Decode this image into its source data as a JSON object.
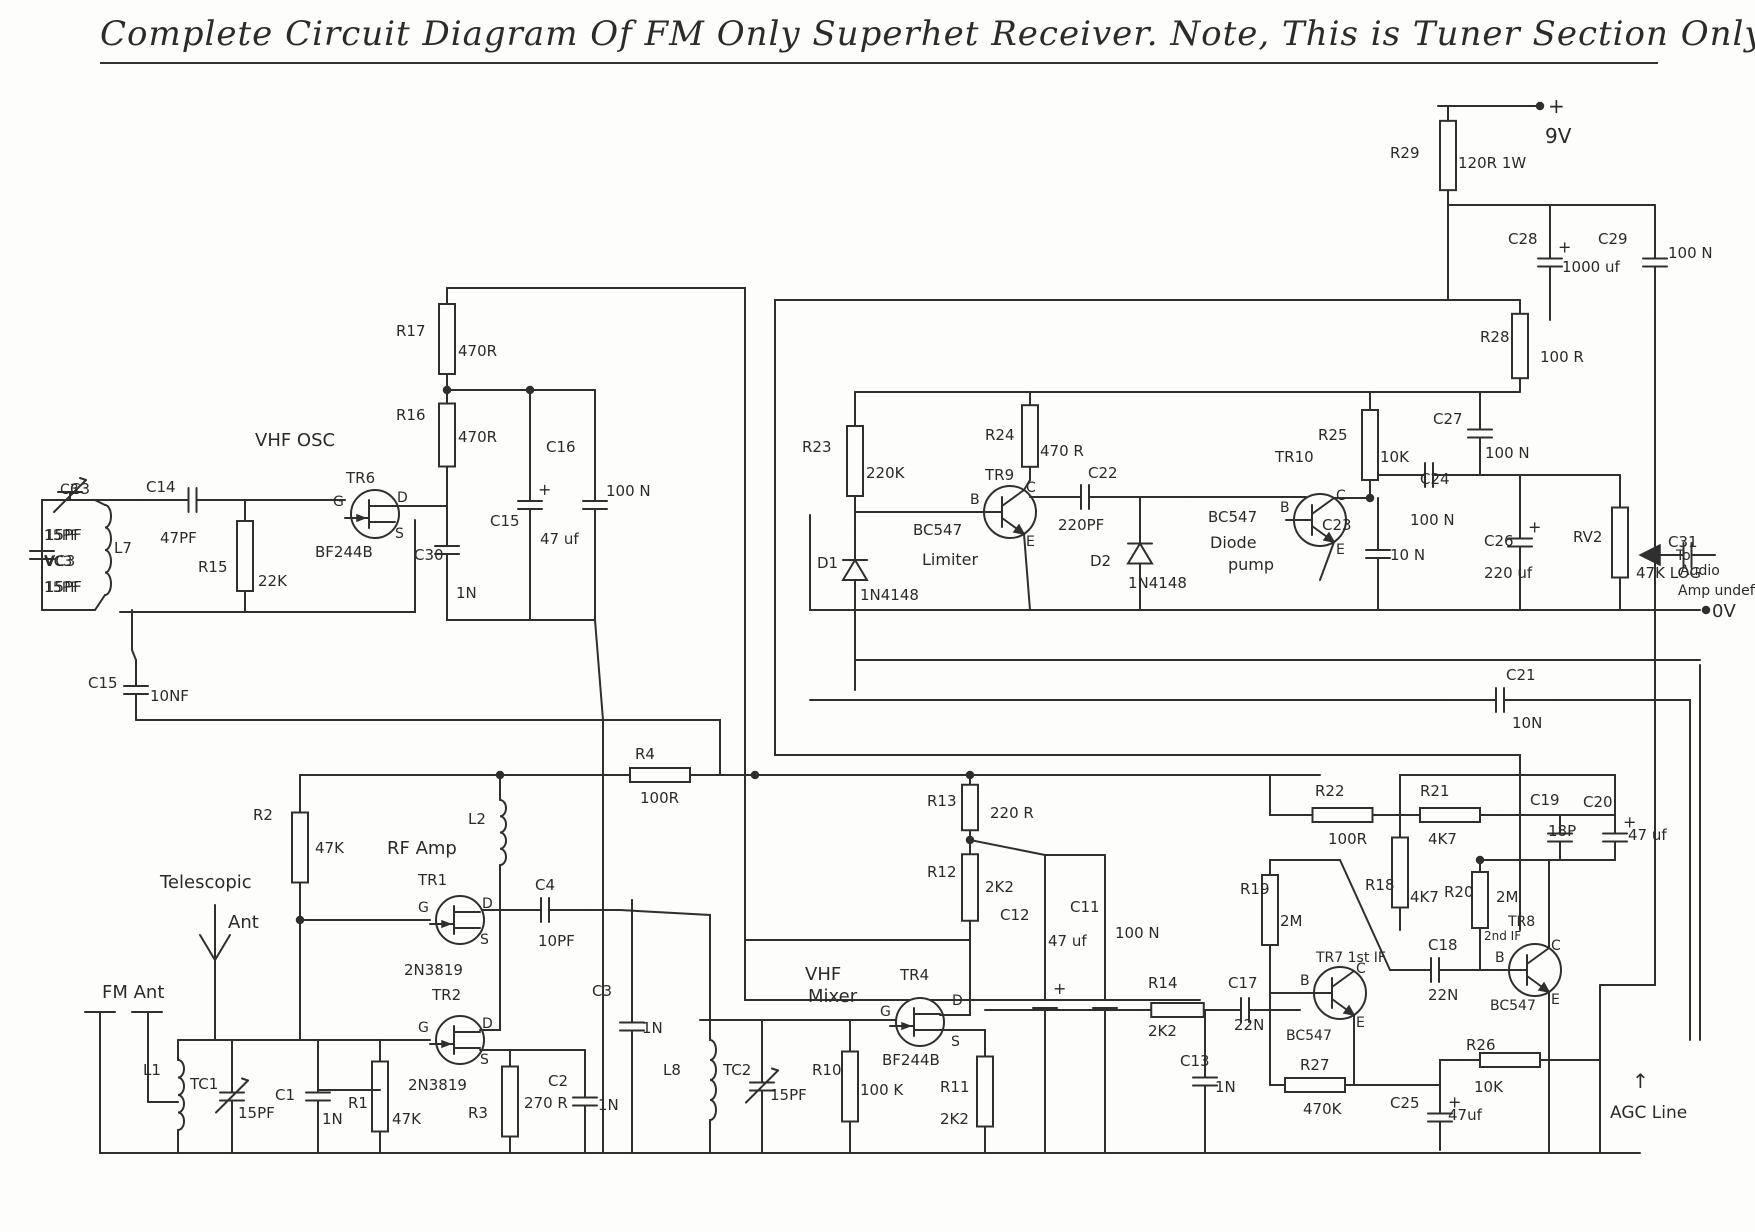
{
  "title": "Complete Circuit Diagram Of FM Only Superhet Receiver. Note, This is Tuner Section Only",
  "supply": {
    "plus": "+",
    "voltage": "9V",
    "zero": "0V"
  },
  "sections": {
    "vhf_osc": "VHF OSC",
    "rf_amp": "RF Amp",
    "vhf_mixer": "VHF Mixer",
    "fm_ant": "FM Ant",
    "telescopic_ant": "Telescopic Ant",
    "agc_line": "AGC Line",
    "audio_amp": "To Audio Amp",
    "limiter": "Limiter",
    "diode_pump": "Diode pump",
    "first_if": "1st IF",
    "second_if": "2nd IF"
  },
  "components": {
    "R29": {
      "ref": "R29",
      "value": "120R 1W"
    },
    "C28": {
      "ref": "C28",
      "value": "1000 uf"
    },
    "C29": {
      "ref": "C29",
      "value": "100 N"
    },
    "R28": {
      "ref": "R28",
      "value": "100 R"
    },
    "R17": {
      "ref": "R17",
      "value": "470R"
    },
    "R16": {
      "ref": "R16",
      "value": "470R"
    },
    "C16": {
      "ref": "C16",
      "value": "100 N"
    },
    "C15a": {
      "ref": "C15",
      "value": "47 uf"
    },
    "C30": {
      "ref": "C30",
      "value": "1N"
    },
    "C14": {
      "ref": "C14",
      "value": "47PF"
    },
    "C3v": {
      "ref": "C3",
      "value": "15PF"
    },
    "VC3": {
      "ref": "VC3",
      "value": "15PF"
    },
    "L7": {
      "ref": "L7",
      "value": ""
    },
    "R15": {
      "ref": "R15",
      "value": "22K"
    },
    "TR6": {
      "ref": "TR6",
      "value": "BF244B"
    },
    "C15b": {
      "ref": "C15",
      "value": "10NF"
    },
    "R23": {
      "ref": "R23",
      "value": "220K"
    },
    "R24": {
      "ref": "R24",
      "value": "470 R"
    },
    "C22": {
      "ref": "C22",
      "value": "220PF"
    },
    "TR9": {
      "ref": "TR9",
      "value": "BC547"
    },
    "D1": {
      "ref": "D1",
      "value": "1N4148"
    },
    "D2": {
      "ref": "D2",
      "value": "1N4148"
    },
    "TR10": {
      "ref": "TR10",
      "value": "BC547"
    },
    "R25": {
      "ref": "R25",
      "value": "10K"
    },
    "C27": {
      "ref": "C27",
      "value": "100 N"
    },
    "C24": {
      "ref": "C24",
      "value": "100 N"
    },
    "C23": {
      "ref": "C23",
      "value": "10 N"
    },
    "C26": {
      "ref": "C26",
      "value": "220 uf"
    },
    "RV2": {
      "ref": "RV2",
      "value": "47K LOG"
    },
    "C31": {
      "ref": "C31",
      "value": ""
    },
    "C21": {
      "ref": "C21",
      "value": "10N"
    },
    "R4": {
      "ref": "R4",
      "value": "100R"
    },
    "R2": {
      "ref": "R2",
      "value": "47K"
    },
    "L2": {
      "ref": "L2",
      "value": ""
    },
    "TR1": {
      "ref": "TR1",
      "value": "2N3819"
    },
    "C4": {
      "ref": "C4",
      "value": "10PF"
    },
    "TR2": {
      "ref": "TR2",
      "value": "2N3819"
    },
    "C1": {
      "ref": "C1",
      "value": "1N"
    },
    "R1": {
      "ref": "R1",
      "value": "47K"
    },
    "R3": {
      "ref": "R3",
      "value": "270 R"
    },
    "C2": {
      "ref": "C2",
      "value": "1N"
    },
    "L1": {
      "ref": "L1",
      "value": ""
    },
    "TC1": {
      "ref": "TC1",
      "value": "15PF"
    },
    "C3": {
      "ref": "C3",
      "value": "1N"
    },
    "L8": {
      "ref": "L8",
      "value": ""
    },
    "TC2": {
      "ref": "TC2",
      "value": "15PF"
    },
    "R10": {
      "ref": "R10",
      "value": "100 K"
    },
    "TR4": {
      "ref": "TR4",
      "value": "BF244B"
    },
    "R11": {
      "ref": "R11",
      "value": "2K2"
    },
    "R13": {
      "ref": "R13",
      "value": "220 R"
    },
    "R12": {
      "ref": "R12",
      "value": "2K2"
    },
    "C12": {
      "ref": "C12",
      "value": "47 uf"
    },
    "C11": {
      "ref": "C11",
      "value": "100 N"
    },
    "R14": {
      "ref": "R14",
      "value": "2K2"
    },
    "C17": {
      "ref": "C17",
      "value": "22N"
    },
    "C13": {
      "ref": "C13",
      "value": "1N"
    },
    "R22": {
      "ref": "R22",
      "value": "100R"
    },
    "R21": {
      "ref": "R21",
      "value": "4K7"
    },
    "C19": {
      "ref": "C19",
      "value": "18P"
    },
    "C20": {
      "ref": "C20",
      "value": "47 uf"
    },
    "R19": {
      "ref": "R19",
      "value": "2M"
    },
    "R18": {
      "ref": "R18",
      "value": "4K7"
    },
    "R20": {
      "ref": "R20",
      "value": "2M"
    },
    "TR7": {
      "ref": "TR7",
      "value": "BC547"
    },
    "C18": {
      "ref": "C18",
      "value": "22N"
    },
    "TR8": {
      "ref": "TR8",
      "value": "BC547"
    },
    "R27": {
      "ref": "R27",
      "value": "470K"
    },
    "R26": {
      "ref": "R26",
      "value": "10K"
    },
    "C25": {
      "ref": "C25",
      "value": "47uf"
    }
  },
  "pins": {
    "G": "G",
    "D": "D",
    "S": "S",
    "B": "B",
    "C": "C",
    "E": "E"
  }
}
